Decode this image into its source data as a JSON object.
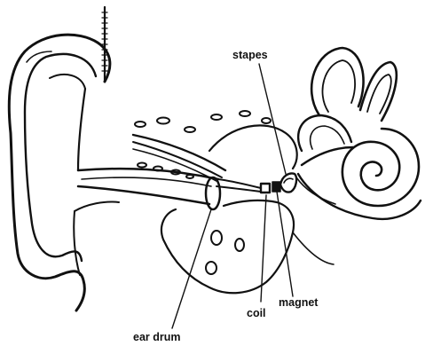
{
  "colors": {
    "ink": "#111111",
    "paper": "#ffffff"
  },
  "labels": {
    "stapes": "stapes",
    "coil": "coil",
    "magnet": "magnet",
    "ear_drum": "ear drum"
  }
}
